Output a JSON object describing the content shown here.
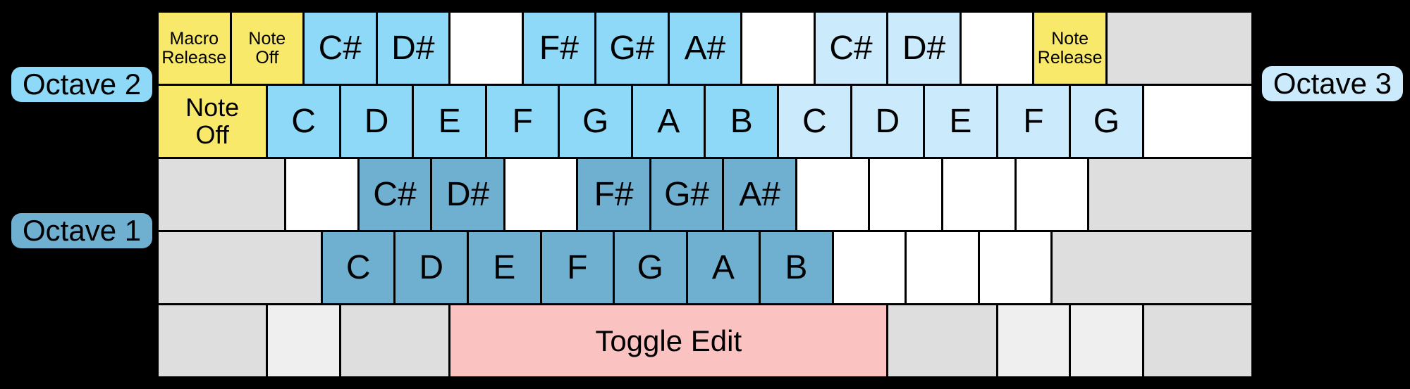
{
  "octave_labels": {
    "octave1": "Octave 1",
    "octave2": "Octave 2",
    "octave3": "Octave 3"
  },
  "colors": {
    "background": "#000000",
    "key_border": "#000000",
    "key_text": "#000000",
    "macro_yellow": "#F8E96A",
    "octave1_blue": "#6FAFD0",
    "octave2_blue": "#8ED9F7",
    "octave3_blue": "#CBEAFB",
    "unmapped_white": "#FFFFFF",
    "modifier_gray": "#DEDEDE",
    "modifier_light_gray": "#EFEFEF",
    "edit_pink": "#FBC2C2"
  },
  "keyboard": {
    "rows": [
      {
        "name": "number-row",
        "keys": [
          {
            "name": "macro-release",
            "label": "Macro\nRelease",
            "type": "macro",
            "w": 4,
            "size": "small"
          },
          {
            "name": "note-off",
            "label": "Note\nOff",
            "type": "macro",
            "w": 4,
            "size": "small"
          },
          {
            "name": "note-c-sharp-oct2",
            "label": "C#",
            "type": "oct2",
            "w": 4,
            "size": "note"
          },
          {
            "name": "note-d-sharp-oct2",
            "label": "D#",
            "type": "oct2",
            "w": 4,
            "size": "note"
          },
          {
            "name": "unmapped-key",
            "label": "",
            "type": "blank",
            "w": 4
          },
          {
            "name": "note-f-sharp-oct2",
            "label": "F#",
            "type": "oct2",
            "w": 4,
            "size": "note"
          },
          {
            "name": "note-g-sharp-oct2",
            "label": "G#",
            "type": "oct2",
            "w": 4,
            "size": "note"
          },
          {
            "name": "note-a-sharp-oct2",
            "label": "A#",
            "type": "oct2",
            "w": 4,
            "size": "note"
          },
          {
            "name": "unmapped-key",
            "label": "",
            "type": "blank",
            "w": 4
          },
          {
            "name": "note-c-sharp-oct3",
            "label": "C#",
            "type": "oct3",
            "w": 4,
            "size": "note"
          },
          {
            "name": "note-d-sharp-oct3",
            "label": "D#",
            "type": "oct3",
            "w": 4,
            "size": "note"
          },
          {
            "name": "unmapped-key",
            "label": "",
            "type": "blank",
            "w": 4
          },
          {
            "name": "note-release",
            "label": "Note\nRelease",
            "type": "macro",
            "w": 4,
            "size": "small"
          },
          {
            "name": "modifier-key",
            "label": "",
            "type": "mod",
            "w": 8
          }
        ]
      },
      {
        "name": "qwerty-row",
        "keys": [
          {
            "name": "note-off-wide",
            "label": "Note\nOff",
            "type": "macro",
            "w": 6,
            "size": "medium"
          },
          {
            "name": "note-c-oct2",
            "label": "C",
            "type": "oct2",
            "w": 4,
            "size": "note"
          },
          {
            "name": "note-d-oct2",
            "label": "D",
            "type": "oct2",
            "w": 4,
            "size": "note"
          },
          {
            "name": "note-e-oct2",
            "label": "E",
            "type": "oct2",
            "w": 4,
            "size": "note"
          },
          {
            "name": "note-f-oct2",
            "label": "F",
            "type": "oct2",
            "w": 4,
            "size": "note"
          },
          {
            "name": "note-g-oct2",
            "label": "G",
            "type": "oct2",
            "w": 4,
            "size": "note"
          },
          {
            "name": "note-a-oct2",
            "label": "A",
            "type": "oct2",
            "w": 4,
            "size": "note"
          },
          {
            "name": "note-b-oct2",
            "label": "B",
            "type": "oct2",
            "w": 4,
            "size": "note"
          },
          {
            "name": "note-c-oct3",
            "label": "C",
            "type": "oct3",
            "w": 4,
            "size": "note"
          },
          {
            "name": "note-d-oct3",
            "label": "D",
            "type": "oct3",
            "w": 4,
            "size": "note"
          },
          {
            "name": "note-e-oct3",
            "label": "E",
            "type": "oct3",
            "w": 4,
            "size": "note"
          },
          {
            "name": "note-f-oct3",
            "label": "F",
            "type": "oct3",
            "w": 4,
            "size": "note"
          },
          {
            "name": "note-g-oct3",
            "label": "G",
            "type": "oct3",
            "w": 4,
            "size": "note"
          },
          {
            "name": "unmapped-key",
            "label": "",
            "type": "blank",
            "w": 6
          }
        ]
      },
      {
        "name": "home-row",
        "keys": [
          {
            "name": "modifier-key",
            "label": "",
            "type": "mod",
            "w": 7
          },
          {
            "name": "unmapped-key",
            "label": "",
            "type": "blank",
            "w": 4
          },
          {
            "name": "note-c-sharp-oct1",
            "label": "C#",
            "type": "oct1",
            "w": 4,
            "size": "note"
          },
          {
            "name": "note-d-sharp-oct1",
            "label": "D#",
            "type": "oct1",
            "w": 4,
            "size": "note"
          },
          {
            "name": "unmapped-key",
            "label": "",
            "type": "blank",
            "w": 4
          },
          {
            "name": "note-f-sharp-oct1",
            "label": "F#",
            "type": "oct1",
            "w": 4,
            "size": "note"
          },
          {
            "name": "note-g-sharp-oct1",
            "label": "G#",
            "type": "oct1",
            "w": 4,
            "size": "note"
          },
          {
            "name": "note-a-sharp-oct1",
            "label": "A#",
            "type": "oct1",
            "w": 4,
            "size": "note"
          },
          {
            "name": "unmapped-key",
            "label": "",
            "type": "blank",
            "w": 4
          },
          {
            "name": "unmapped-key",
            "label": "",
            "type": "blank",
            "w": 4
          },
          {
            "name": "unmapped-key",
            "label": "",
            "type": "blank",
            "w": 4
          },
          {
            "name": "unmapped-key",
            "label": "",
            "type": "blank",
            "w": 4
          },
          {
            "name": "modifier-key",
            "label": "",
            "type": "mod",
            "w": 9
          }
        ]
      },
      {
        "name": "lower-row",
        "keys": [
          {
            "name": "modifier-key",
            "label": "",
            "type": "mod",
            "w": 9
          },
          {
            "name": "note-c-oct1",
            "label": "C",
            "type": "oct1",
            "w": 4,
            "size": "note"
          },
          {
            "name": "note-d-oct1",
            "label": "D",
            "type": "oct1",
            "w": 4,
            "size": "note"
          },
          {
            "name": "note-e-oct1",
            "label": "E",
            "type": "oct1",
            "w": 4,
            "size": "note"
          },
          {
            "name": "note-f-oct1",
            "label": "F",
            "type": "oct1",
            "w": 4,
            "size": "note"
          },
          {
            "name": "note-g-oct1",
            "label": "G",
            "type": "oct1",
            "w": 4,
            "size": "note"
          },
          {
            "name": "note-a-oct1",
            "label": "A",
            "type": "oct1",
            "w": 4,
            "size": "note"
          },
          {
            "name": "note-b-oct1",
            "label": "B",
            "type": "oct1",
            "w": 4,
            "size": "note"
          },
          {
            "name": "unmapped-key",
            "label": "",
            "type": "blank",
            "w": 4
          },
          {
            "name": "unmapped-key",
            "label": "",
            "type": "blank",
            "w": 4
          },
          {
            "name": "unmapped-key",
            "label": "",
            "type": "blank",
            "w": 4
          },
          {
            "name": "modifier-key",
            "label": "",
            "type": "mod",
            "w": 11
          }
        ]
      },
      {
        "name": "space-row",
        "keys": [
          {
            "name": "modifier-key",
            "label": "",
            "type": "mod",
            "w": 6
          },
          {
            "name": "modifier-key",
            "label": "",
            "type": "mod-light",
            "w": 4
          },
          {
            "name": "modifier-key",
            "label": "",
            "type": "mod",
            "w": 6
          },
          {
            "name": "toggle-edit",
            "label": "Toggle Edit",
            "type": "edit",
            "w": 24,
            "size": "edit"
          },
          {
            "name": "modifier-key",
            "label": "",
            "type": "mod",
            "w": 6
          },
          {
            "name": "modifier-key",
            "label": "",
            "type": "mod-light",
            "w": 4
          },
          {
            "name": "modifier-key",
            "label": "",
            "type": "mod-light",
            "w": 4
          },
          {
            "name": "modifier-key",
            "label": "",
            "type": "mod",
            "w": 6
          }
        ]
      }
    ]
  }
}
